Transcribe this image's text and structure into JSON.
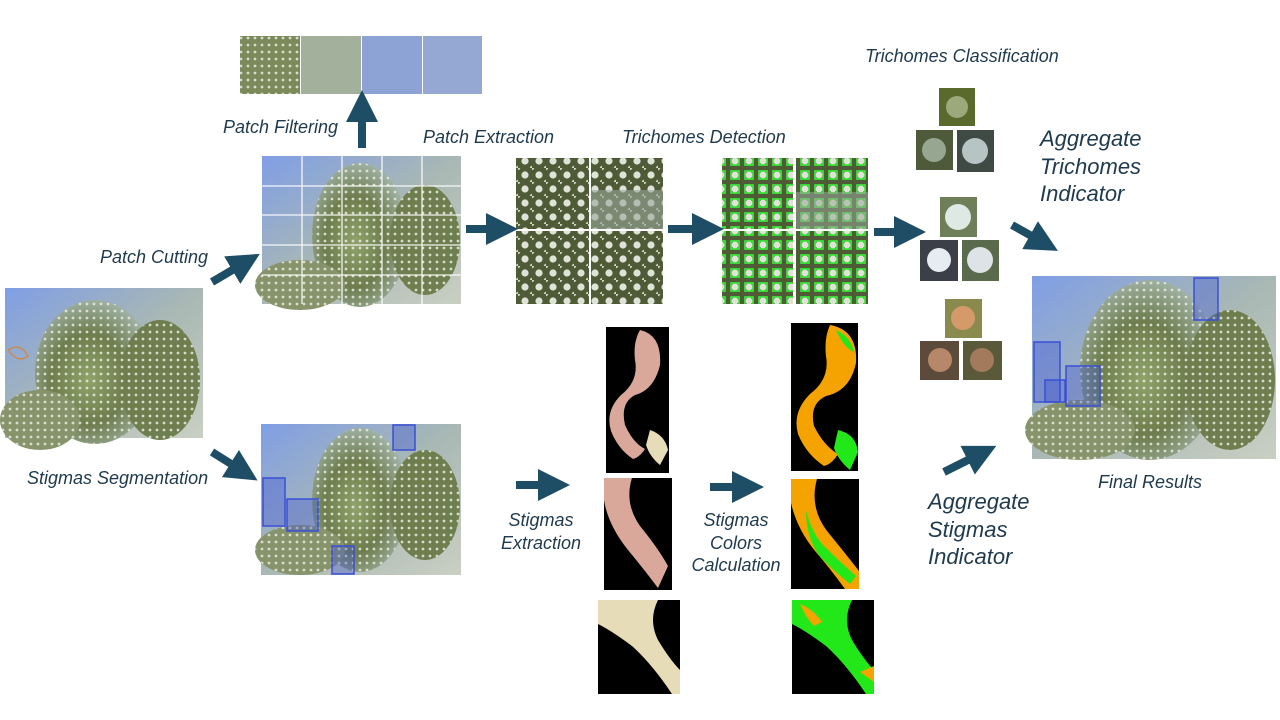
{
  "labels": {
    "patch_filtering": "Patch Filtering",
    "patch_cutting": "Patch Cutting",
    "patch_extraction": "Patch Extraction",
    "trichomes_detection": "Trichomes Detection",
    "trichomes_classification": "Trichomes Classification",
    "aggregate_trichomes": [
      "Aggregate",
      "Trichomes",
      "Indicator"
    ],
    "stigmas_segmentation": "Stigmas Segmentation",
    "stigmas_extraction": [
      "Stigmas",
      "Extraction"
    ],
    "stigmas_colors": [
      "Stigmas",
      "Colors",
      "Calculation"
    ],
    "aggregate_stigmas": [
      "Aggregate",
      "Stigmas",
      "Indicator"
    ],
    "final_results": "Final Results"
  },
  "colors": {
    "label_text": "#1f3a4d",
    "arrow": "#1d4e66",
    "bbox": "#3a4fd6",
    "stigma_orange": "#f5a300",
    "stigma_green": "#22e81a",
    "stigma_pink": "#d9a89a",
    "stigma_cream": "#e6dcb8"
  }
}
